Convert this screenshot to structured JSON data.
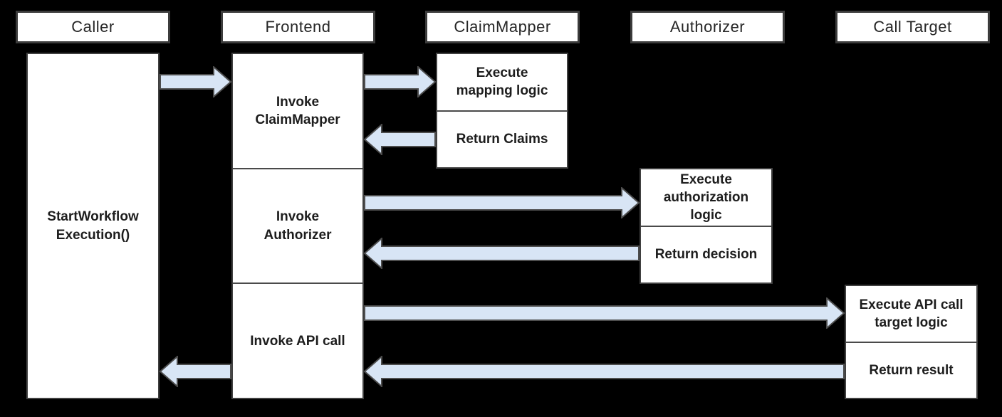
{
  "diagram": {
    "type": "sequence-diagram",
    "colors": {
      "background": "#000000",
      "box-fill": "#ffffff",
      "box-border": "#404040",
      "arrow-fill": "#d8e5f5",
      "arrow-stroke": "#4d4d4d",
      "text": "#1d1d1d"
    },
    "actors": [
      {
        "name": "Caller"
      },
      {
        "name": "Frontend"
      },
      {
        "name": "ClaimMapper"
      },
      {
        "name": "Authorizer"
      },
      {
        "name": "Call Target"
      }
    ],
    "tasks": {
      "caller": [
        "StartWorkflow\nExecution()"
      ],
      "frontend": [
        "Invoke\nClaimMapper",
        "Invoke\nAuthorizer",
        "Invoke API call"
      ],
      "claimmapper": [
        "Execute\nmapping logic",
        "Return Claims"
      ],
      "authorizer": [
        "Execute\nauthorization\nlogic",
        "Return decision"
      ],
      "calltarget": [
        "Execute API call\ntarget logic",
        "Return result"
      ]
    },
    "arrows": [
      {
        "from": "Caller",
        "to": "Frontend"
      },
      {
        "from": "Frontend",
        "to": "ClaimMapper"
      },
      {
        "from": "ClaimMapper",
        "to": "Frontend"
      },
      {
        "from": "Frontend",
        "to": "Authorizer"
      },
      {
        "from": "Authorizer",
        "to": "Frontend"
      },
      {
        "from": "Frontend",
        "to": "Call Target"
      },
      {
        "from": "Call Target",
        "to": "Frontend"
      },
      {
        "from": "Frontend",
        "to": "Caller"
      }
    ]
  }
}
